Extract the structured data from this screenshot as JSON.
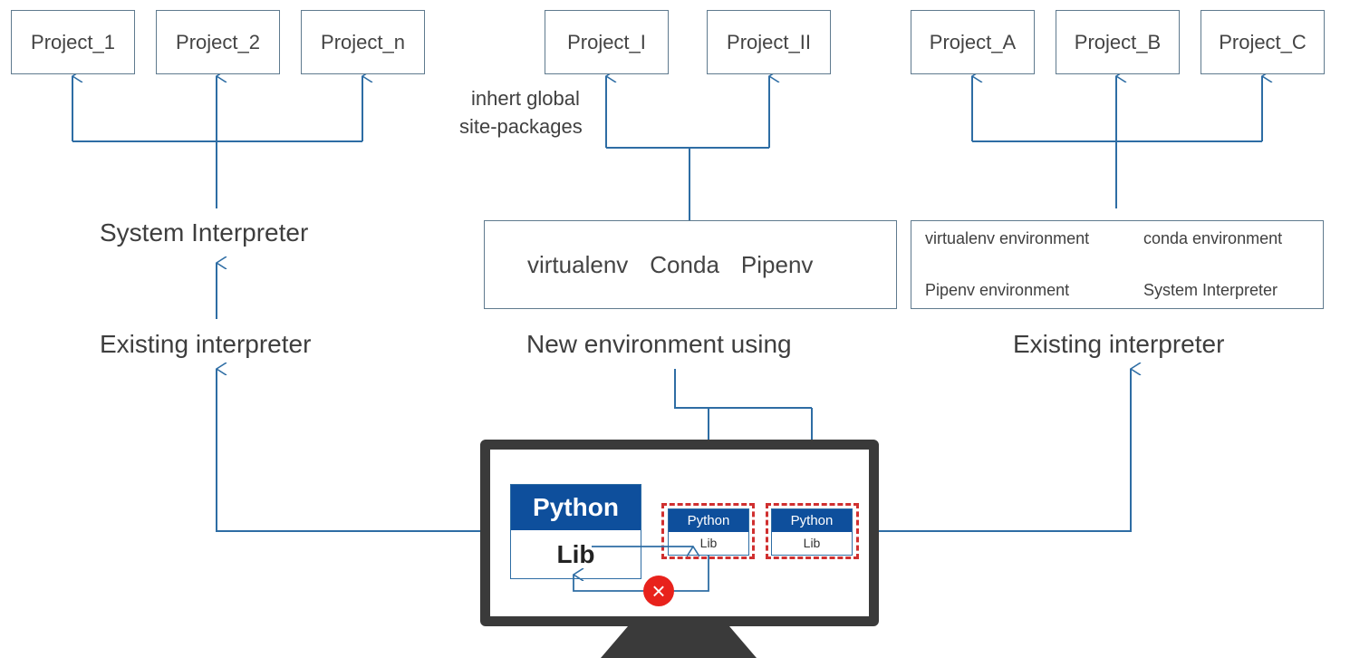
{
  "left_column": {
    "projects": [
      "Project_1",
      "Project_2",
      "Project_n"
    ],
    "mid_label": "System Interpreter",
    "bottom_label": "Existing interpreter"
  },
  "middle_column": {
    "projects": [
      "Project_I",
      "Project_II"
    ],
    "annotation_line1": "inhert global",
    "annotation_line2": "site-packages",
    "tools": [
      "virtualenv",
      "Conda",
      "Pipenv"
    ],
    "bottom_label": "New environment using"
  },
  "right_column": {
    "projects": [
      "Project_A",
      "Project_B",
      "Project_C"
    ],
    "environments": [
      "virtualenv environment",
      "conda environment",
      "Pipenv environment",
      "System Interpreter"
    ],
    "bottom_label": "Existing interpreter"
  },
  "monitor": {
    "main_python": {
      "title": "Python",
      "lib": "Lib"
    },
    "venv_1": {
      "title": "Python",
      "lib": "Lib"
    },
    "venv_2": {
      "title": "Python",
      "lib": "Lib"
    },
    "blocked_icon": "×"
  },
  "colors": {
    "line": "#2e6da4",
    "python_header": "#0e4f9c",
    "dashed_border": "#d03030",
    "blocked": "#e8221c",
    "monitor": "#3a3a3a"
  }
}
